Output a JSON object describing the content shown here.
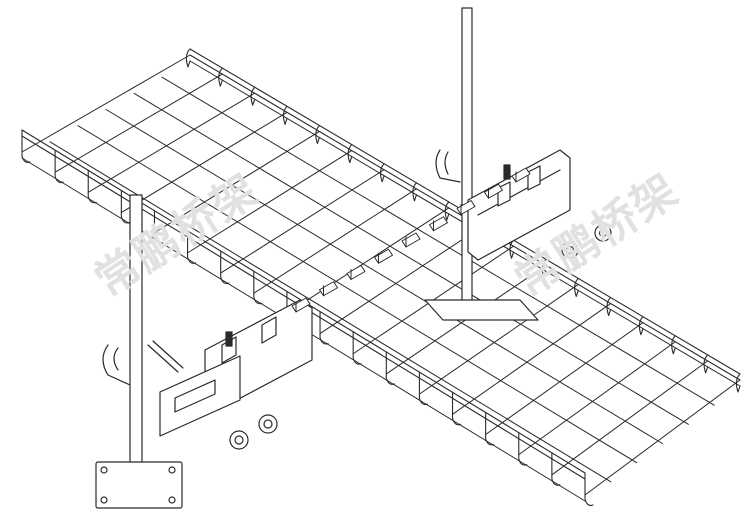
{
  "figure": {
    "subject": "wire-mesh-cable-tray-with-center-hung-pole-supports",
    "line_color": "#2a2a2a",
    "fill_color": "#ffffff"
  },
  "watermarks": [
    {
      "text": "常鹏桥架"
    },
    {
      "text": "常鹏桥架"
    }
  ]
}
